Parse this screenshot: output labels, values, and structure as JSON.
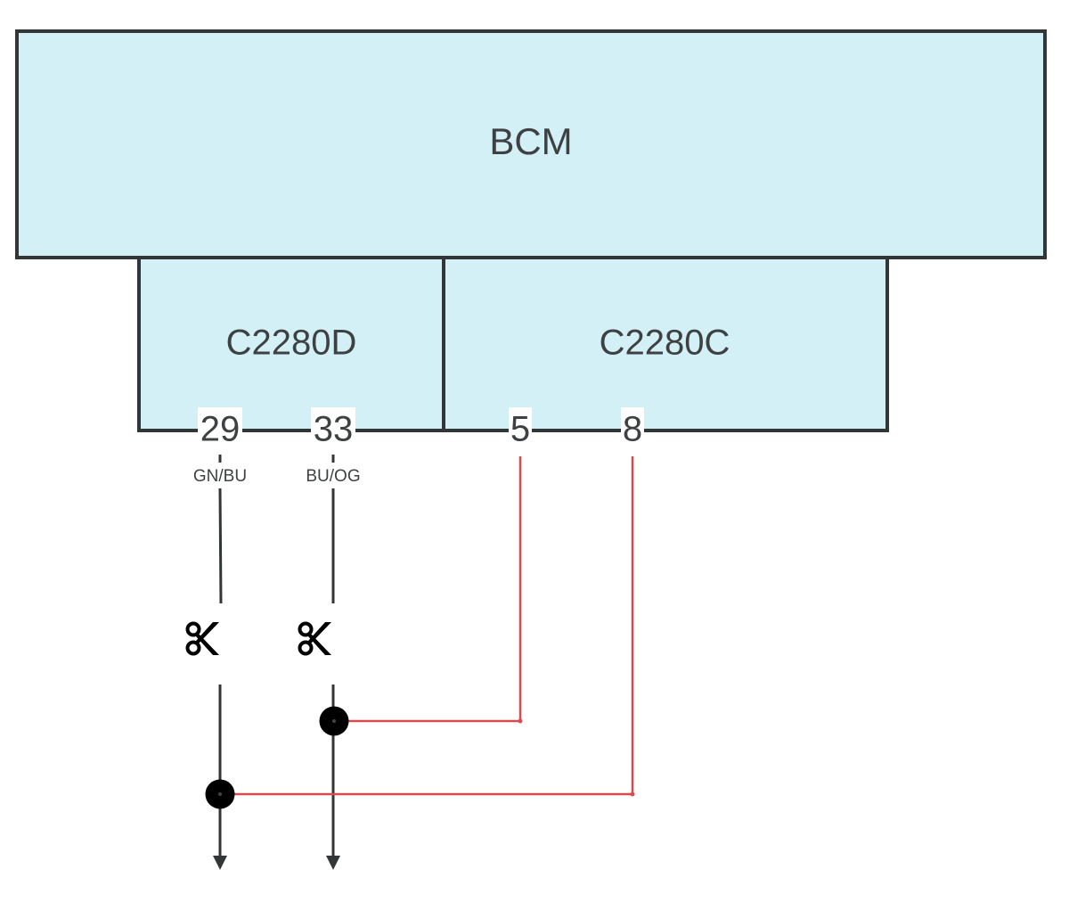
{
  "diagram": {
    "module": {
      "label": "BCM",
      "fill": "#d2f0f5",
      "stroke": "#333637"
    },
    "connectors": [
      {
        "id": "C2280D",
        "label": "C2280D"
      },
      {
        "id": "C2280C",
        "label": "C2280C"
      }
    ],
    "pins": [
      {
        "connector": "C2280D",
        "number": "29",
        "wire_color": "GN/BU",
        "cut": true,
        "splice": "bottom"
      },
      {
        "connector": "C2280D",
        "number": "33",
        "wire_color": "BU/OG",
        "cut": true,
        "splice": "upper"
      },
      {
        "connector": "C2280C",
        "number": "5",
        "wire_color": "",
        "jumper_to": "33"
      },
      {
        "connector": "C2280C",
        "number": "8",
        "wire_color": "",
        "jumper_to": "29"
      }
    ],
    "icons": {
      "cut": "scissors-icon",
      "splice": "splice-dot",
      "continuation": "arrow-down-icon"
    },
    "colors": {
      "wire": "#333637",
      "jumper_wire": "#d94a4f",
      "splice": "#000000"
    }
  }
}
